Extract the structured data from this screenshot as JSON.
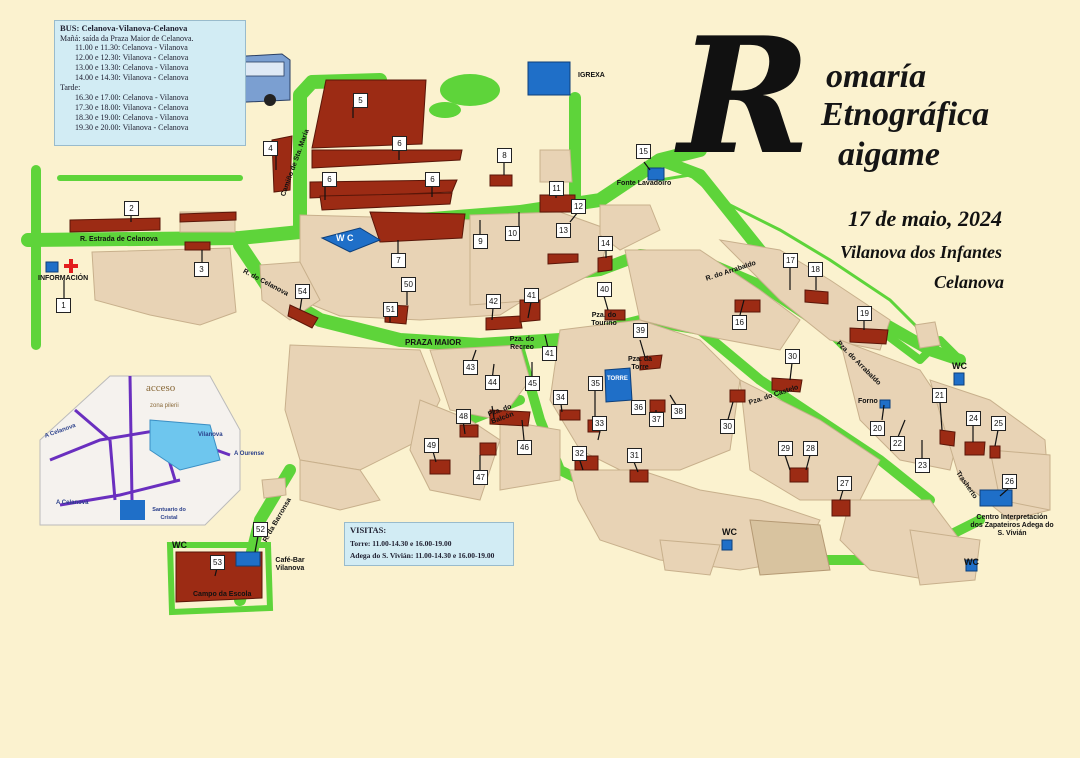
{
  "title": {
    "initial": "R",
    "line1": "omaría",
    "line2": "Etnográfica",
    "line3": "aigame",
    "date": "17 de maio, 2024",
    "place1": "Vilanova dos Infantes",
    "place2": "Celanova"
  },
  "bus": {
    "heading": "BUS: Celanova-Vilanova-Celanova",
    "morning_label": "Mañá: saída da Praza Maior de Celanova.",
    "morning": [
      "11.00 e 11.30: Celanova - Vilanova",
      "12.00 e 12.30: Vilanova - Celanova",
      "13.00 e 13.30: Celanova - Vilanova",
      "14.00 e 14.30: Vilanova - Celanova"
    ],
    "afternoon_label": "Tarde:",
    "afternoon": [
      "16.30 e 17.00: Celanova - Vilanova",
      "17.30 e 18.00: Vilanova - Celanova",
      "18.30 e 19.00: Celanova - Vilanova",
      "19.30 e 20.00: Vilanova - Celanova"
    ]
  },
  "visits": {
    "heading": "VISITAS:",
    "lines": [
      "Torre: 11.00-14.30 e 16.00-19.00",
      "Adega do S. Vivián: 11.00-14.30 e 16.00-19.00"
    ]
  },
  "streets": {
    "estrada": "R. Estrada de Celanova",
    "celanova": "R. de Celanova",
    "camino": "Camiño de Sta. María",
    "praza_maior": "PRAZA MAIOR",
    "barronsa": "R. da Barronsa",
    "arrabaldo_r": "R. do Arrabaldo",
    "arrabaldo_pza": "Pza. do Arrabaldo",
    "castelo": "Pza. do Castelo",
    "tourino": "Pza. do Touriño",
    "recreo": "Pza. do Recreo",
    "torre_pza": "Pza. da Torre",
    "balcon": "Pza. do Balcón",
    "trasherto": "Trasherto"
  },
  "places": {
    "igrexa": "IGREXA",
    "fonte": "Fonte Lavadoiro",
    "informacion": "INFORMACIÓN",
    "wc": "WC",
    "wc_parking": "W C",
    "torre": "TORRE",
    "forno": "Forno",
    "cafe": "Café-Bar Vilanova",
    "campo": "Campo da Escola",
    "centro": "Centro Interpretación dos Zapateiros Adega do S. Vivián"
  },
  "inset": {
    "logo": "acceso",
    "sub": "zona pilerii",
    "celanova_a": "A Celanova",
    "vilanova": "Vilanova",
    "ourense": "A Ourense",
    "celanova_b": "A Celanova",
    "santuario": "Santuario do Cristal"
  },
  "markers": [
    {
      "n": "1"
    },
    {
      "n": "2"
    },
    {
      "n": "3"
    },
    {
      "n": "4"
    },
    {
      "n": "5"
    },
    {
      "n": "6"
    },
    {
      "n": "6"
    },
    {
      "n": "6"
    },
    {
      "n": "7"
    },
    {
      "n": "8"
    },
    {
      "n": "9"
    },
    {
      "n": "10"
    },
    {
      "n": "11"
    },
    {
      "n": "12"
    },
    {
      "n": "13"
    },
    {
      "n": "14"
    },
    {
      "n": "15"
    },
    {
      "n": "16"
    },
    {
      "n": "17"
    },
    {
      "n": "18"
    },
    {
      "n": "19"
    },
    {
      "n": "20"
    },
    {
      "n": "21"
    },
    {
      "n": "22"
    },
    {
      "n": "23"
    },
    {
      "n": "24"
    },
    {
      "n": "25"
    },
    {
      "n": "26"
    },
    {
      "n": "27"
    },
    {
      "n": "28"
    },
    {
      "n": "29"
    },
    {
      "n": "30"
    },
    {
      "n": "30"
    },
    {
      "n": "31"
    },
    {
      "n": "32"
    },
    {
      "n": "33"
    },
    {
      "n": "34"
    },
    {
      "n": "35"
    },
    {
      "n": "36"
    },
    {
      "n": "37"
    },
    {
      "n": "38"
    },
    {
      "n": "39"
    },
    {
      "n": "40"
    },
    {
      "n": "41"
    },
    {
      "n": "41"
    },
    {
      "n": "42"
    },
    {
      "n": "43"
    },
    {
      "n": "44"
    },
    {
      "n": "45"
    },
    {
      "n": "46"
    },
    {
      "n": "47"
    },
    {
      "n": "48"
    },
    {
      "n": "49"
    },
    {
      "n": "50"
    },
    {
      "n": "51"
    },
    {
      "n": "52"
    },
    {
      "n": "53"
    },
    {
      "n": "54"
    }
  ],
  "colors": {
    "background": "#fbf2cf",
    "green": "#5ed43a",
    "building": "#e8d3b5",
    "highlight": "#9c2b14",
    "blue": "#1f6fc8",
    "infobox": "#d2ecf4"
  }
}
